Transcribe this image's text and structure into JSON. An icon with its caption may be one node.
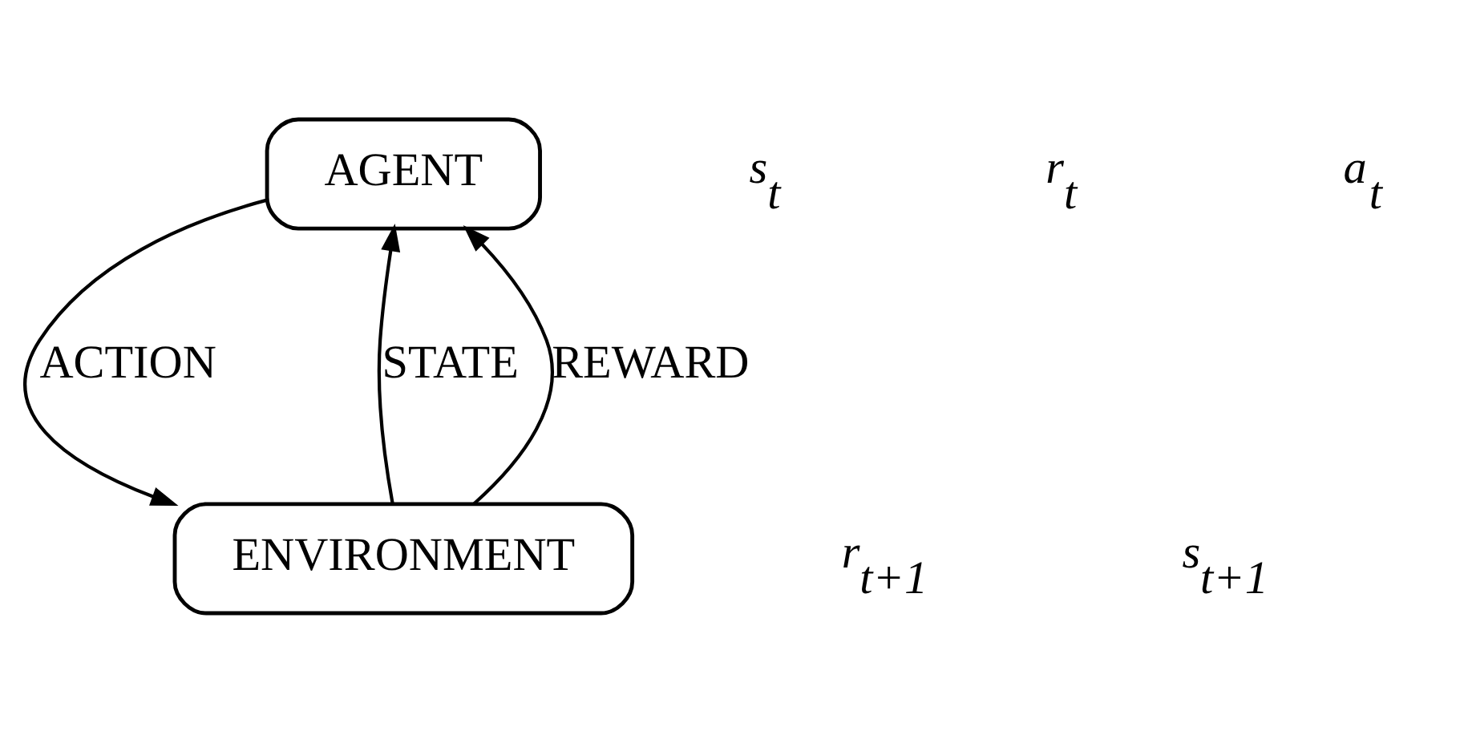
{
  "diagram": {
    "nodes": [
      {
        "text": [
          "AGENT"
        ]
      },
      {
        "text": [
          "ENVIRONMENT"
        ]
      }
    ],
    "edges": [
      {
        "from": 0,
        "to": 1,
        "arrow": "to",
        "label": "ACTION"
      },
      {
        "from": 1,
        "to": 0,
        "arrow": "to",
        "label": "STATE"
      },
      {
        "from": 1,
        "to": 0,
        "arrow": "to",
        "label": "REWARD"
      }
    ],
    "labels": [
      "s$_{t}$",
      "r$_{t}$",
      "a$_{t}$",
      "r$_{t+1}$",
      "s$_{t+1}$"
    ]
  }
}
